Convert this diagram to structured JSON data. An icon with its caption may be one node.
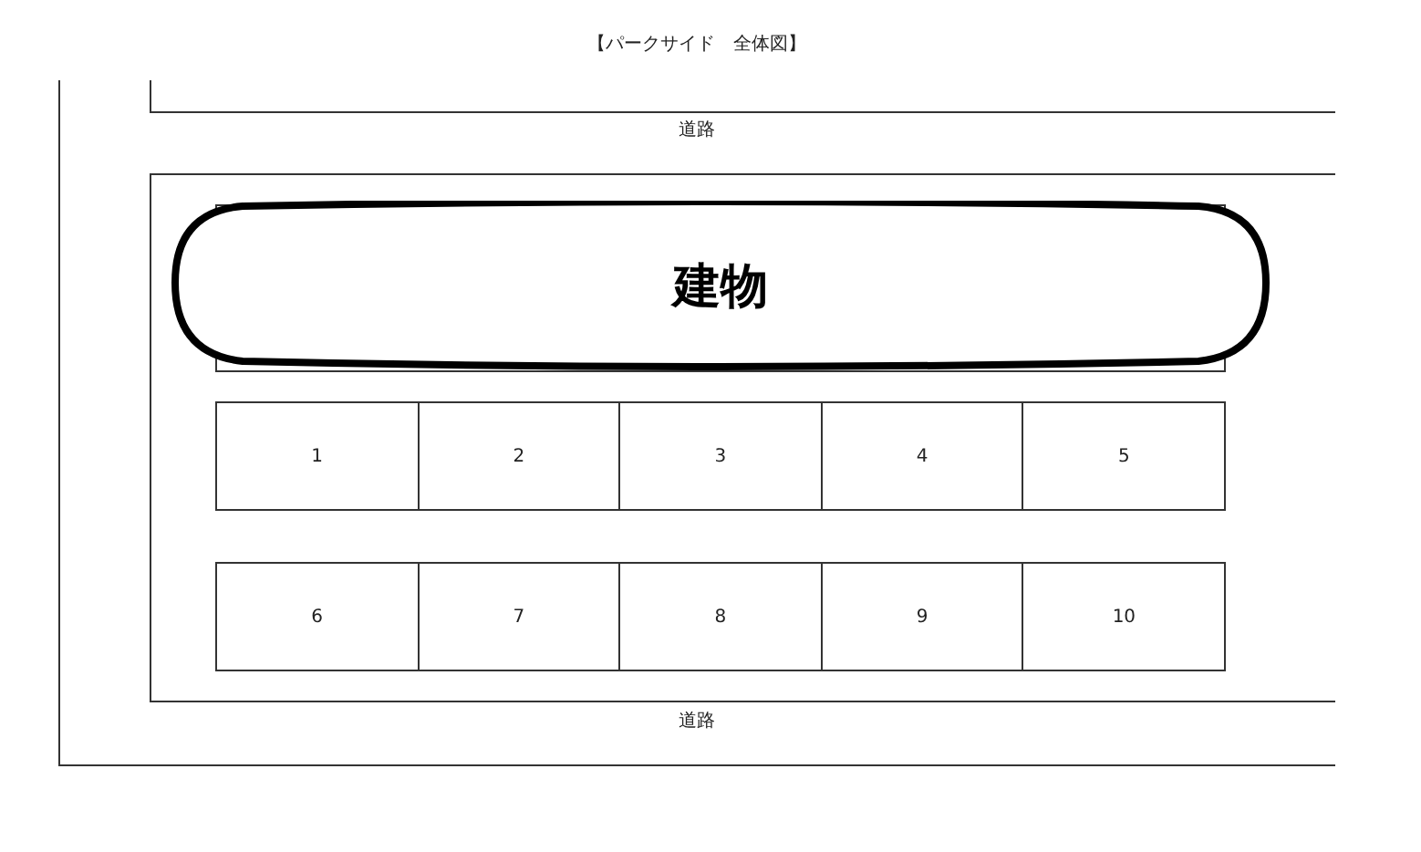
{
  "diagram": {
    "title": "【パークサイド　全体図】",
    "nodes": [
      {
        "text": [
          "建物"
        ]
      },
      {
        "text": [
          "1"
        ]
      },
      {
        "text": [
          "2"
        ]
      },
      {
        "text": [
          "3"
        ]
      },
      {
        "text": [
          "4"
        ]
      },
      {
        "text": [
          "5"
        ]
      },
      {
        "text": [
          "6"
        ]
      },
      {
        "text": [
          "7"
        ]
      },
      {
        "text": [
          "8"
        ]
      },
      {
        "text": [
          "9"
        ]
      },
      {
        "text": [
          "10"
        ]
      }
    ],
    "labels": [
      "道路",
      "道路"
    ]
  }
}
